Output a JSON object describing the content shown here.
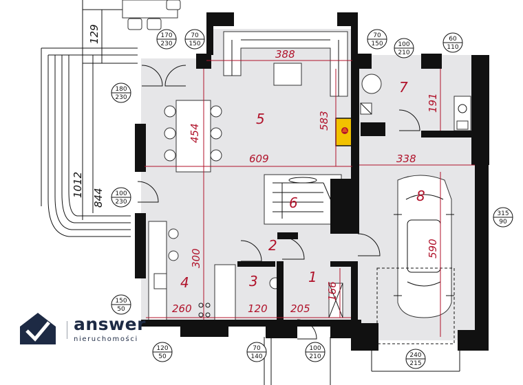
{
  "rooms": {
    "r1": "1",
    "r2": "2",
    "r3": "3",
    "r4": "4",
    "r5": "5",
    "r6": "6",
    "r7": "7",
    "r8": "8"
  },
  "room_dimensions": {
    "r5_top": "388",
    "r5_width": "609",
    "r5_table": "454",
    "r5_height": "583",
    "r7_height": "191",
    "r8_width": "338",
    "r8_height": "590",
    "r4_height": "300",
    "r4_width": "260",
    "r3_width": "120",
    "r1_width": "205",
    "r1_height": "166"
  },
  "exterior_dimensions": {
    "terrace_width": "129",
    "overall_1": "1012",
    "overall_2": "844"
  },
  "openings": [
    {
      "id": "o1",
      "a": "170",
      "b": "230"
    },
    {
      "id": "o2",
      "a": "70",
      "b": "150"
    },
    {
      "id": "o3",
      "a": "70",
      "b": "150"
    },
    {
      "id": "o4",
      "a": "100",
      "b": "210"
    },
    {
      "id": "o5",
      "a": "60",
      "b": "110"
    },
    {
      "id": "o6",
      "a": "180",
      "b": "230"
    },
    {
      "id": "o7",
      "a": "100",
      "b": "230"
    },
    {
      "id": "o8",
      "a": "315",
      "b": "90"
    },
    {
      "id": "o9",
      "a": "150",
      "b": "50"
    },
    {
      "id": "o10",
      "a": "120",
      "b": "50"
    },
    {
      "id": "o11",
      "a": "70",
      "b": "140"
    },
    {
      "id": "o12",
      "a": "100",
      "b": "210"
    },
    {
      "id": "o13",
      "a": "240",
      "b": "215"
    }
  ],
  "logo": {
    "brand": "answer",
    "subtitle": "nieruchomości",
    "color": "#1d2a44"
  },
  "colors": {
    "interior_fill": "#e6e6e8",
    "wall": "#111111",
    "annotation": "#b0122a",
    "fireplace": "#f2c200"
  }
}
